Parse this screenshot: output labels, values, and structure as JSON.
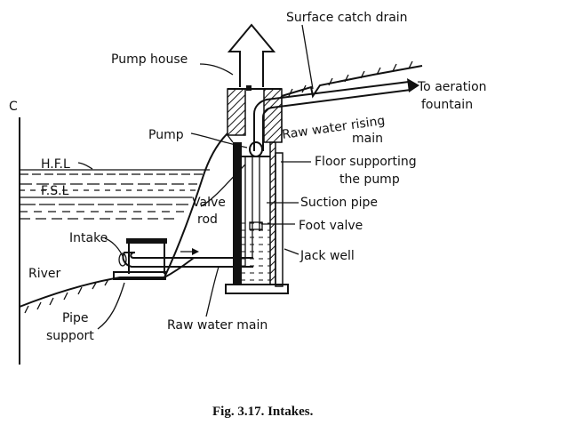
{
  "diagram": {
    "labels": {
      "surface_catch_drain": "Surface catch drain",
      "pump_house": "Pump house",
      "to_aeration": "To aeration",
      "fountain": "fountain",
      "raw_water_rising": "Raw water rising",
      "main": "main",
      "pump": "Pump",
      "c_mark": "C",
      "hfl": "H.F.L",
      "fsl": "F.S.L",
      "floor_supporting": "Floor supporting",
      "the_pump": "the pump",
      "valve": "Valve",
      "rod": "rod",
      "suction_pipe": "Suction pipe",
      "foot_valve": "Foot valve",
      "intake": "Intake",
      "jack_well": "Jack well",
      "river": "River",
      "pipe": "Pipe",
      "support": "support",
      "raw_water_main": "Raw water main"
    },
    "caption": "Fig. 3.17. Intakes."
  }
}
